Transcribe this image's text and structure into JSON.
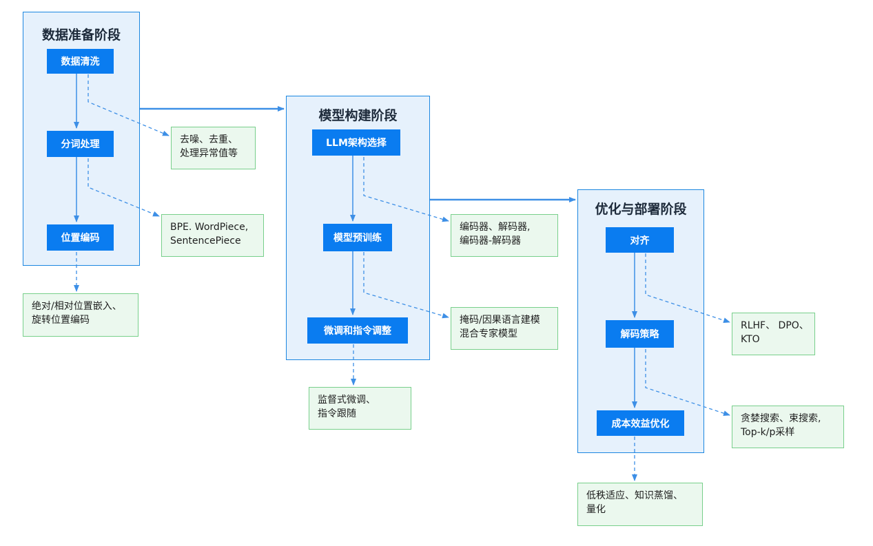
{
  "stages": {
    "data_prep": {
      "title": "数据准备阶段",
      "steps": [
        "数据清洗",
        "分词处理",
        "位置编码"
      ]
    },
    "model_build": {
      "title": "模型构建阶段",
      "steps": [
        "LLM架构选择",
        "模型预训练",
        "微调和指令调整"
      ]
    },
    "optimize_deploy": {
      "title": "优化与部署阶段",
      "steps": [
        "对齐",
        "解码策略",
        "成本效益优化"
      ]
    }
  },
  "notes": {
    "denoise": [
      "去噪、去重、",
      "处理异常值等"
    ],
    "tokenizers": [
      "BPE. WordPiece,",
      "SentencePiece"
    ],
    "position_embed": [
      "绝对/相对位置嵌入、",
      "旋转位置编码"
    ],
    "architectures": [
      "编码器、解码器,",
      "编码器-解码器"
    ],
    "pretrain": [
      "掩码/因果语言建模",
      "混合专家模型"
    ],
    "finetune": [
      "监督式微调、",
      "指令跟随"
    ],
    "alignment": [
      "RLHF、 DPO、",
      "KTO"
    ],
    "decoding": [
      "贪婪搜索、束搜索,",
      "Top-k/p采样"
    ],
    "cost": [
      "低秩适应、知识蒸馏、",
      "量化"
    ]
  },
  "colors": {
    "step_fill": "#0a7cf0",
    "stage_fill": "#e6f1fc",
    "stage_border": "#1a86e0",
    "note_fill": "#ebf8ee",
    "note_border": "#77cf8a",
    "arrow": "#3d8fe6"
  }
}
